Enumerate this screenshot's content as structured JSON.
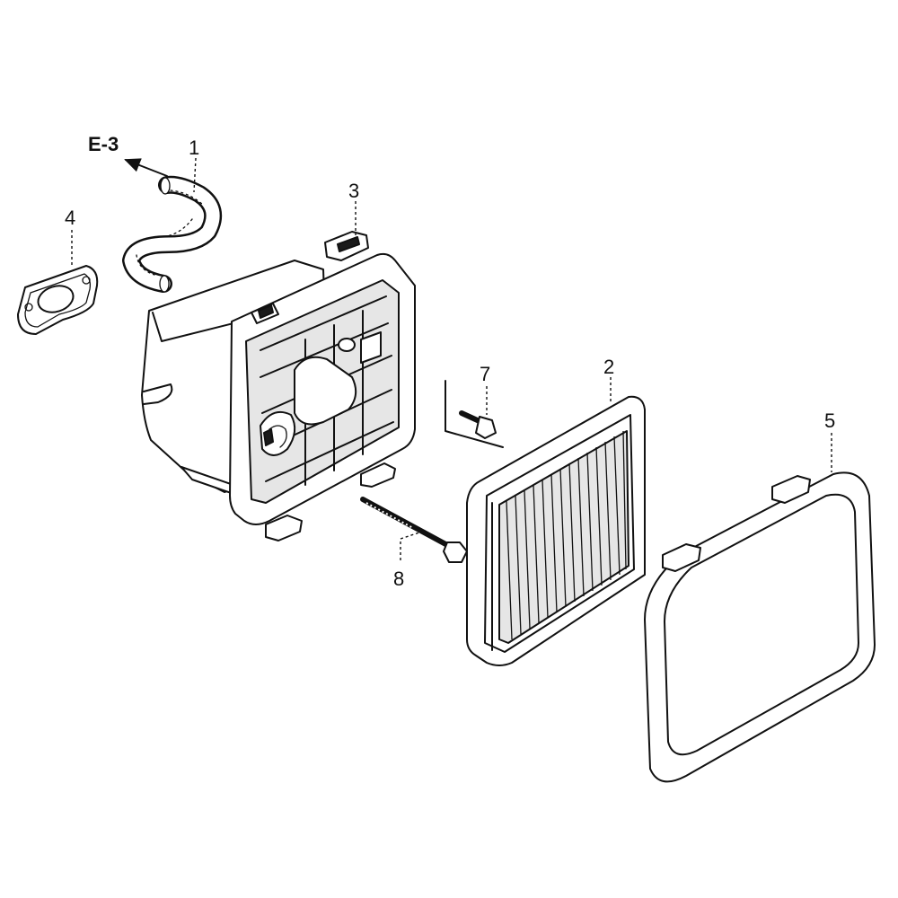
{
  "diagram": {
    "reference": {
      "label": "E-3"
    },
    "callouts": [
      {
        "id": "1",
        "label": "1"
      },
      {
        "id": "2",
        "label": "2"
      },
      {
        "id": "3",
        "label": "3"
      },
      {
        "id": "4",
        "label": "4"
      },
      {
        "id": "5",
        "label": "5"
      },
      {
        "id": "7",
        "label": "7"
      },
      {
        "id": "8",
        "label": "8"
      }
    ],
    "parts": [
      {
        "callout": "1",
        "icon": "breather-tube-icon"
      },
      {
        "callout": "2",
        "icon": "air-filter-element-icon"
      },
      {
        "callout": "3",
        "icon": "air-cleaner-case-icon"
      },
      {
        "callout": "4",
        "icon": "gasket-icon"
      },
      {
        "callout": "5",
        "icon": "air-cleaner-cover-icon"
      },
      {
        "callout": "7",
        "icon": "flange-bolt-icon"
      },
      {
        "callout": "8",
        "icon": "long-bolt-icon"
      }
    ]
  }
}
